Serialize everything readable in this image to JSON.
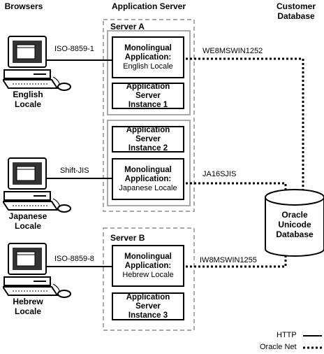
{
  "headers": {
    "browsers": "Browsers",
    "app_server": "Application Server",
    "customer_db": [
      "Customer",
      "Database"
    ]
  },
  "servers": {
    "a": "Server A",
    "b": "Server B"
  },
  "boxes": {
    "mono_english": [
      "Monolingual",
      "Application:",
      "English Locale"
    ],
    "instance1": [
      "Application Server",
      "Instance 1"
    ],
    "instance2": [
      "Application Server",
      "Instance 2"
    ],
    "mono_japanese": [
      "Monolingual",
      "Application:",
      "Japanese Locale"
    ],
    "mono_hebrew": [
      "Monolingual",
      "Application:",
      "Hebrew Locale"
    ],
    "instance3": [
      "Application Server",
      "Instance 3"
    ]
  },
  "browsers": {
    "english": [
      "English",
      "Locale"
    ],
    "japanese": [
      "Japanese",
      "Locale"
    ],
    "hebrew": [
      "Hebrew",
      "Locale"
    ]
  },
  "http_labels": {
    "english": "ISO-8859-1",
    "japanese": "Shift-JIS",
    "hebrew": "ISO-8859-8"
  },
  "net_labels": {
    "english": "WE8MSWIN1252",
    "japanese": "JA16SJIS",
    "hebrew": "IW8MSWIN1255"
  },
  "database": [
    "Oracle",
    "Unicode",
    "Database"
  ],
  "legend": {
    "http": "HTTP",
    "oracle_net": "Oracle Net"
  },
  "colors": {
    "line": "#000000",
    "dashed_border": "#aaaaaa",
    "monitor_body": "#ffffff",
    "screen": "#333333"
  }
}
